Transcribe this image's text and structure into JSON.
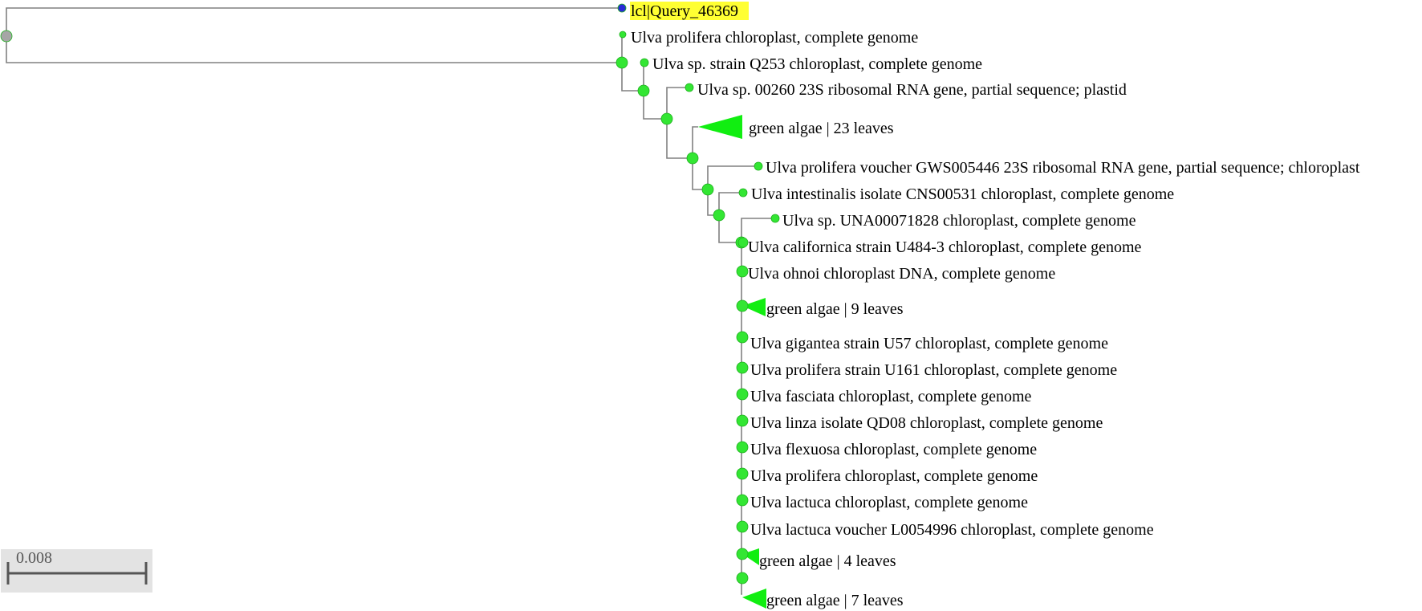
{
  "colors": {
    "branch": "#808080",
    "node": "#33e633",
    "node_dark": "#1fb01f",
    "root_node": "#a6a6a6",
    "query_node": "#2a2ad6",
    "query_highlight": "#ffff33",
    "collapsed": "#11ee11"
  },
  "query": {
    "label": "lcl|Query_46369"
  },
  "leaves": [
    {
      "id": "l1",
      "label": "Ulva prolifera chloroplast, complete genome"
    },
    {
      "id": "l2",
      "label": "Ulva sp. strain Q253 chloroplast, complete genome"
    },
    {
      "id": "l3",
      "label": "Ulva sp. 00260 23S ribosomal RNA gene, partial sequence; plastid"
    },
    {
      "id": "c23",
      "label": "green algae | 23 leaves"
    },
    {
      "id": "l4",
      "label": "Ulva prolifera voucher GWS005446 23S ribosomal RNA gene, partial sequence; chloroplast"
    },
    {
      "id": "l5",
      "label": "Ulva intestinalis isolate CNS00531 chloroplast, complete genome"
    },
    {
      "id": "l6",
      "label": "Ulva sp. UNA00071828 chloroplast, complete genome"
    },
    {
      "id": "l7",
      "label": "Ulva californica strain U484-3 chloroplast, complete genome"
    },
    {
      "id": "l8",
      "label": "Ulva ohnoi chloroplast DNA, complete genome"
    },
    {
      "id": "c9",
      "label": "green algae | 9 leaves"
    },
    {
      "id": "l9",
      "label": "Ulva gigantea strain U57 chloroplast, complete genome"
    },
    {
      "id": "l10",
      "label": "Ulva prolifera strain U161 chloroplast, complete genome"
    },
    {
      "id": "l11",
      "label": "Ulva fasciata chloroplast, complete genome"
    },
    {
      "id": "l12",
      "label": "Ulva linza isolate QD08 chloroplast, complete genome"
    },
    {
      "id": "l13",
      "label": "Ulva flexuosa chloroplast, complete genome"
    },
    {
      "id": "l14",
      "label": "Ulva prolifera chloroplast, complete genome"
    },
    {
      "id": "l15",
      "label": "Ulva lactuca chloroplast, complete genome"
    },
    {
      "id": "l16",
      "label": "Ulva lactuca voucher L0054996 chloroplast, complete genome"
    },
    {
      "id": "c4",
      "label": "green algae | 4 leaves"
    },
    {
      "id": "c7",
      "label": "green algae | 7 leaves"
    }
  ],
  "scale_bar": {
    "value": "0.008"
  }
}
